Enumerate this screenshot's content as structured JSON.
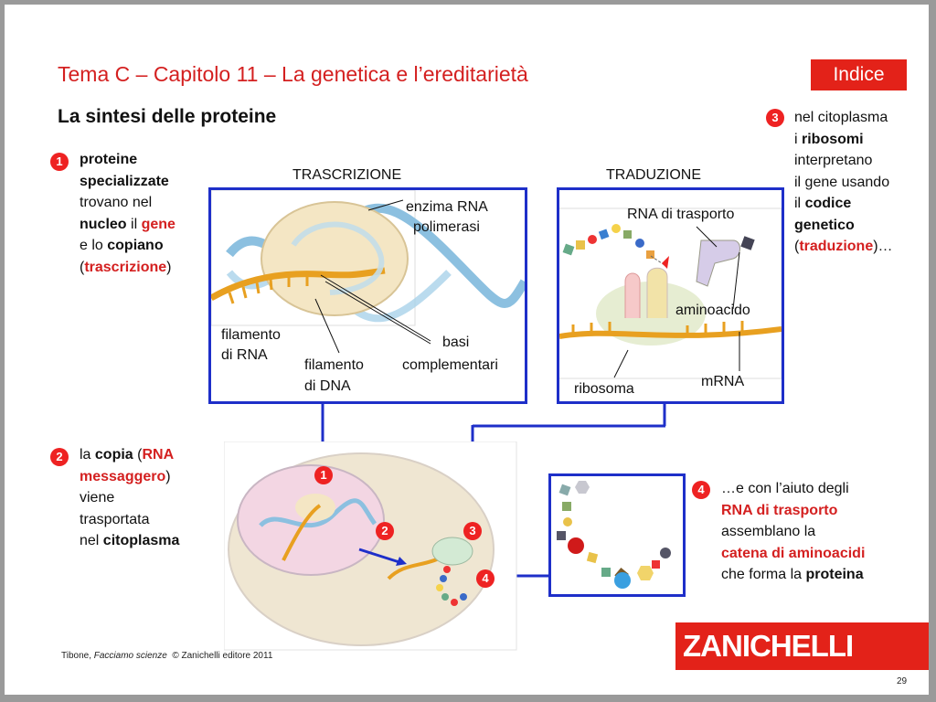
{
  "header": {
    "title": "Tema C – Capitolo 11 – La genetica e l’ereditarietà",
    "subtitle": "La sintesi delle proteine",
    "index_button": "Indice"
  },
  "step1": {
    "num": "1",
    "l1": "proteine",
    "l2": "specializzate",
    "l3": "trovano nel",
    "l4a": "nucleo",
    "l4b": " il ",
    "l4c": "gene",
    "l5a": "e lo ",
    "l5b": "copiano",
    "l6a": "(",
    "l6b": "trascrizione",
    "l6c": ")"
  },
  "step2": {
    "num": "2",
    "l1a": "la ",
    "l1b": "copia",
    "l1c": " (",
    "l1d": "RNA",
    "l2a": "messaggero",
    "l2b": ")",
    "l3": "viene",
    "l4": "trasportata",
    "l5a": "nel ",
    "l5b": "citoplasma"
  },
  "step3": {
    "num": "3",
    "l1": "nel citoplasma",
    "l2a": "i ",
    "l2b": "ribosomi",
    "l3": "interpretano",
    "l4": "il gene usando",
    "l5a": "il ",
    "l5b": "codice",
    "l6": "genetico",
    "l7a": "(",
    "l7b": "traduzione",
    "l7c": ")…"
  },
  "step4": {
    "num": "4",
    "l1": "…e con l’aiuto degli",
    "l2": "RNA di trasporto",
    "l3": "assemblano la",
    "l4": "catena di aminoacidi",
    "l5a": "che forma la ",
    "l5b": "proteina"
  },
  "transcription": {
    "heading": "TRASCRIZIONE",
    "enzyme": "enzima RNA",
    "enzyme2": "polimerasi",
    "rna_strand": "filamento",
    "rna_strand2": "di RNA",
    "dna_strand": "filamento",
    "dna_strand2": "di DNA",
    "bases": "basi",
    "bases2": "complementari"
  },
  "translation": {
    "heading": "TRADUZIONE",
    "trna": "RNA di trasporto",
    "amino": "aminoacido",
    "ribosome": "ribosoma",
    "mrna": "mRNA"
  },
  "cell_markers": [
    "1",
    "2",
    "3",
    "4"
  ],
  "footer": {
    "credit_a": "Tibone, ",
    "credit_b": "Facciamo scienze",
    "credit_c": "  © Zanichelli editore 2011",
    "publisher": "ZANICHELLI",
    "page": "29"
  },
  "colors": {
    "accent_red": "#e32219",
    "panel_blue": "#1e2fc9",
    "rna_orange": "#e8a020",
    "dna_blue": "#7fb5d8"
  }
}
